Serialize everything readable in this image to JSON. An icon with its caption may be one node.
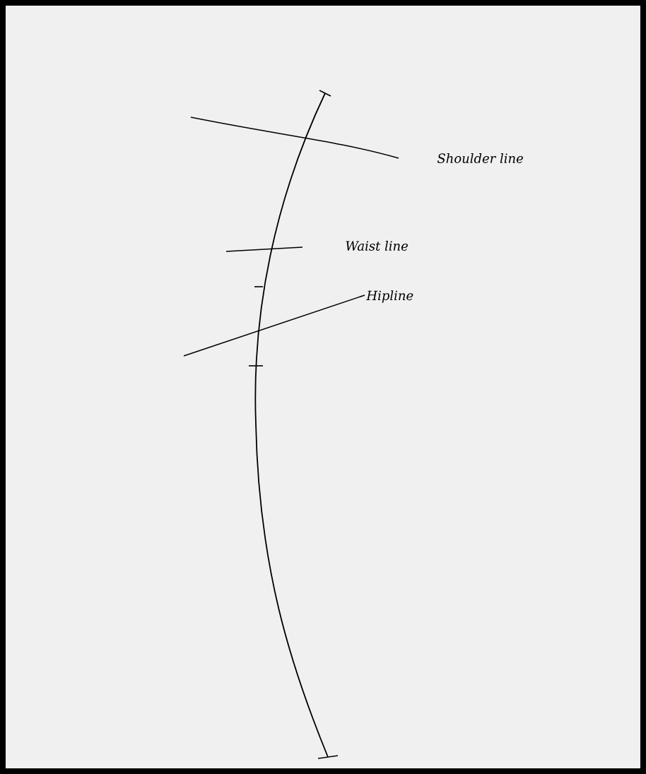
{
  "diagram": {
    "labels": [
      "Shoulder line",
      "Waist line",
      "Hipline"
    ]
  }
}
